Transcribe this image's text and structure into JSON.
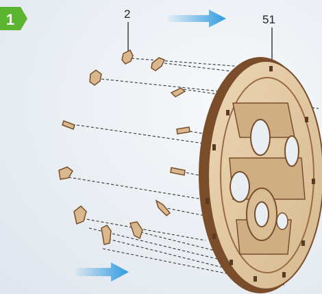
{
  "step": {
    "number": "1",
    "badge_color": "#5cb531"
  },
  "callouts": [
    {
      "id": "part-2",
      "label": "2"
    },
    {
      "id": "part-51",
      "label": "51"
    }
  ],
  "colors": {
    "arrow": "#2e9be0",
    "wood": "#dcc09a",
    "wood_edge": "#7a4d2b",
    "guide_line": "#333333"
  },
  "icons": [
    "direction-arrow-icon",
    "direction-arrow-icon"
  ]
}
